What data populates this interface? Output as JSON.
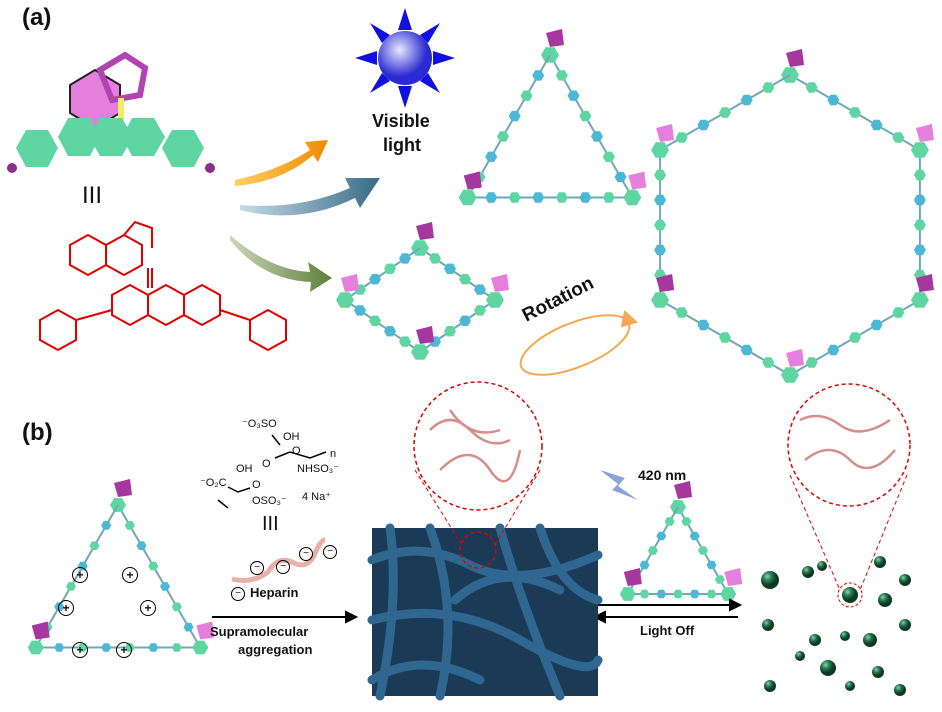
{
  "panels": {
    "a": "(a)",
    "b": "(b)"
  },
  "panel_a": {
    "compound_label": "III",
    "light_line1": "Visible",
    "light_line2": "light",
    "rotation_label": "Rotation"
  },
  "panel_b": {
    "heparin_structure": {
      "sulfate_top": "⁻O₃SO",
      "oh_top": "OH",
      "n": "n",
      "nhso3": "NHSO₃⁻",
      "oh_bottom": "OH",
      "carboxylate": "⁻O₂C",
      "oso3": "OSO₃⁻",
      "counterion": "4 Na⁺",
      "ring_o1": "O",
      "ring_o2": "O",
      "ring_o3": "O"
    },
    "compound_label": "III",
    "heparin_label": "Heparin",
    "aggregation_line1": "Supramolecular",
    "aggregation_line2": "aggregation",
    "wavelength": "420 nm",
    "light_off": "Light Off",
    "plus_sign": "+",
    "minus_sign": "−"
  },
  "colors": {
    "green": "#5fd6a2",
    "blue": "#4cb8d4",
    "magenta": "#a6379f",
    "pink": "#e47fdc",
    "network": "#274f70",
    "sphere": "#1f7048",
    "red": "#e00000"
  }
}
